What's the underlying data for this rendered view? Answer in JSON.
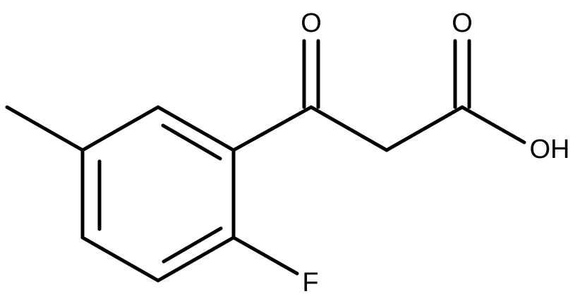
{
  "atoms": {
    "carbonyl_oxygen": "O",
    "acid_oxygen": "O",
    "hydroxyl": "OH",
    "fluorine": "F"
  },
  "colors": {
    "bond": "#000000",
    "text": "#000000",
    "background": "#ffffff"
  }
}
